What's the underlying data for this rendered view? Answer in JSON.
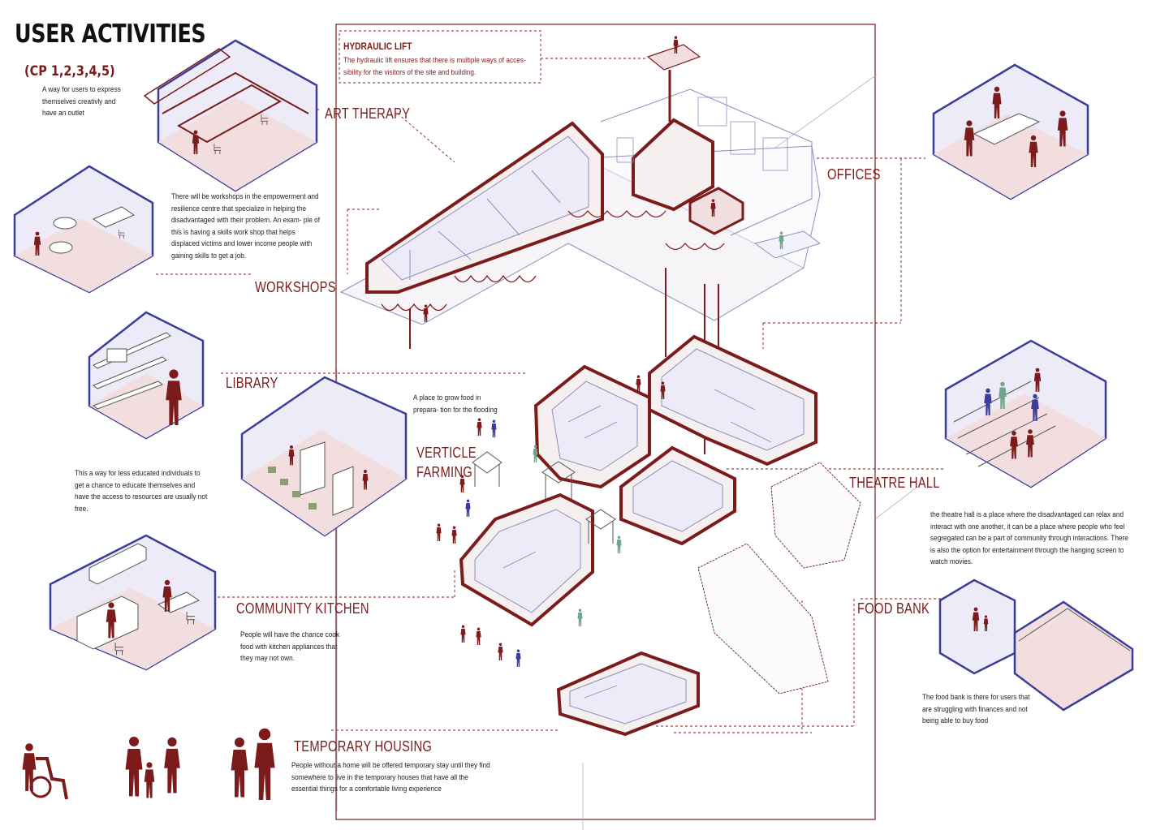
{
  "title": "USER ACTIVITIES",
  "subtitle": "(CP 1,2,3,4,5)",
  "colors": {
    "accent": "#7b1b1b",
    "outline": "#3a3d9a",
    "floor": "#f2dede",
    "wall": "#e8e8f6",
    "figure_alt": "#6fa58a"
  },
  "hydraulic_lift": {
    "title": "HYDRAULIC LIFT",
    "text": "The hydraulic lift ensures that there is multiple ways of acces- sibility for the visitors of the site and building."
  },
  "art_therapy": {
    "label": "ART THERAPY",
    "text": "A way for users to express themselves creativly and have an outlet"
  },
  "workshops": {
    "label": "WORKSHOPS",
    "text": "There will be workshops in the empowerment and resilience centre that specialize in helping the disadvantaged with their problem. An exam- ple of this is having a skills work shop that helps displaced victims and lower income people with gaining skills to get a job."
  },
  "library": {
    "label": "LIBRARY",
    "text": "This a way for less educated individuals to get a chance to educate themselves and have the access to resources are usually not free."
  },
  "community_kitchen": {
    "label": "COMMUNITY KITCHEN",
    "text": "People will have the chance cook food with kitchen appliances that they may not own."
  },
  "temporary_housing": {
    "label": "TEMPORARY HOUSING",
    "text": "People without a home will be offered temporary stay until they find somewhere to live  in the temporary houses that have all the essential things for a comfortable living experience"
  },
  "vertical_farming": {
    "label_line1": "VERTICLE",
    "label_line2": "FARMING",
    "text": "A place to grow food in prepara- tion for the flooding"
  },
  "offices": {
    "label": "OFFICES"
  },
  "theatre_hall": {
    "label": "THEATRE HALL",
    "text": "the theatre hall is a place where the disadvantaged can relax and interact with one another, it can be a place where people who feel segregated can be a part of community through interactions. There is also the option for entertainment through the hanging screen to watch movies."
  },
  "food_bank": {
    "label": "FOOD BANK",
    "text": "The food bank is there for users that are struggling with finances and not being able to buy food"
  }
}
